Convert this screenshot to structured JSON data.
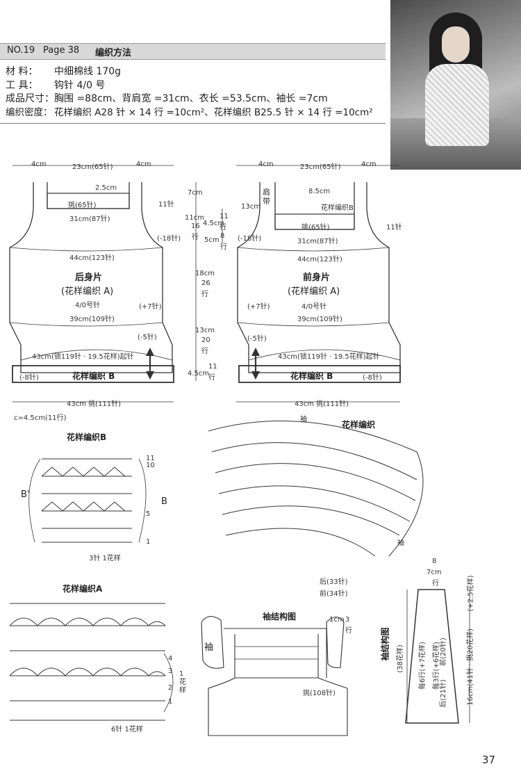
{
  "header": {
    "no": "NO.19",
    "page": "Page 38",
    "title": "编织方法"
  },
  "specs": [
    {
      "key": "材 料：",
      "value": "中细棉线 170g"
    },
    {
      "key": "工 具：",
      "value": "钩针 4/0 号"
    },
    {
      "key": "成品尺寸：",
      "value": "胸围 =88cm、背肩宽 =31cm、衣长 =53.5cm、袖长 =7cm"
    },
    {
      "key": "编织密度：",
      "value": "花样编织 A28 针 × 14 行 =10cm²、花样编织 B25.5 针 × 14 行 =10cm²"
    }
  ],
  "back": {
    "top_left": "4cm",
    "top_mid": "23cm(65针)",
    "top_right": "4cm",
    "neck_h": "2.5cm",
    "neck_st": "挑(65针)",
    "shoulder": "31cm(87针)",
    "dec": "(-18针)",
    "strap": "11针",
    "bust": "44cm(123针)",
    "name": "后身片",
    "pattern": "(花样编织 A)",
    "hook": "4/0号针",
    "inc": "(+7针)",
    "waist": "39cm(109针)",
    "dec2": "(-5针)",
    "chain": "43cm(锁119针 · 19.5花样)起针",
    "minus8": "(-8针)",
    "hem": "花样编织 B",
    "bottom": "43cm 挑(111针)"
  },
  "front": {
    "top_left": "4cm",
    "top_mid": "23cm(65针)",
    "top_right": "4cm",
    "strap_label": "肩带",
    "strap_h": "13cm",
    "neck_h": "8.5cm",
    "strap_pat": "花样编织B",
    "neck_st": "挑(65针)",
    "strap": "11针",
    "dec": "(-18针)",
    "shoulder": "31cm(87针)",
    "bust": "44cm(123针)",
    "name": "前身片",
    "pattern": "(花样编织 A)",
    "hook": "4/0号针",
    "inc": "(+7针)",
    "waist": "39cm(109针)",
    "dec2": "(-5针)",
    "chain": "43cm(锁119针 · 19.5花样)起针",
    "minus8": "(-8针)",
    "hem": "花样编织 B",
    "bottom": "43cm 挑(111针)"
  },
  "heights": {
    "h1": "7cm",
    "h2a": "11cm",
    "h2b": "16",
    "h2c": "行",
    "h3a": "4.5cm",
    "h3b": "11",
    "h3c": "行",
    "h4a": "5cm",
    "h4b": "8",
    "h4c": "行",
    "h5a": "18cm",
    "h5b": "26",
    "h5c": "行",
    "h6a": "13cm",
    "h6b": "20",
    "h6c": "行",
    "h7a": "4.5cm",
    "h7b": "11",
    "h7c": "行"
  },
  "note": "c=4.5cm(11行)",
  "chart_b": {
    "title": "花样编织B",
    "rows": [
      "11",
      "10",
      "5",
      "1"
    ],
    "bracket_left": "B'",
    "bracket_right": "B",
    "repeat": "3针 1花样"
  },
  "fan": {
    "title": "花样编织",
    "top": "袖",
    "side": "袖",
    "back_st": "后(33针)",
    "front_st": "前(34针)"
  },
  "chart_a": {
    "title": "花样编织A",
    "rows": [
      "4",
      "3",
      "2",
      "1"
    ],
    "side": "1花样",
    "repeat": "6针 1花样"
  },
  "sleeve_diagram": {
    "title": "袖结构图",
    "sleeve": "袖",
    "h": "1cm",
    "h_rows": "3",
    "h_unit": "行",
    "pick": "挑(108针)"
  },
  "sleeve_chart": {
    "title": "袖结构图",
    "total": "(38花样)",
    "right_top": "(+2.5花样)",
    "h": "7cm",
    "h_rows": "8",
    "h_unit": "行",
    "row6": "毎6行(+7花样)",
    "row3": "毎3行(+6花样)",
    "front": "前(20针)",
    "back": "后(21针)",
    "bottom": "16cm(41针 · 挑20花样)"
  },
  "page_number": "37"
}
